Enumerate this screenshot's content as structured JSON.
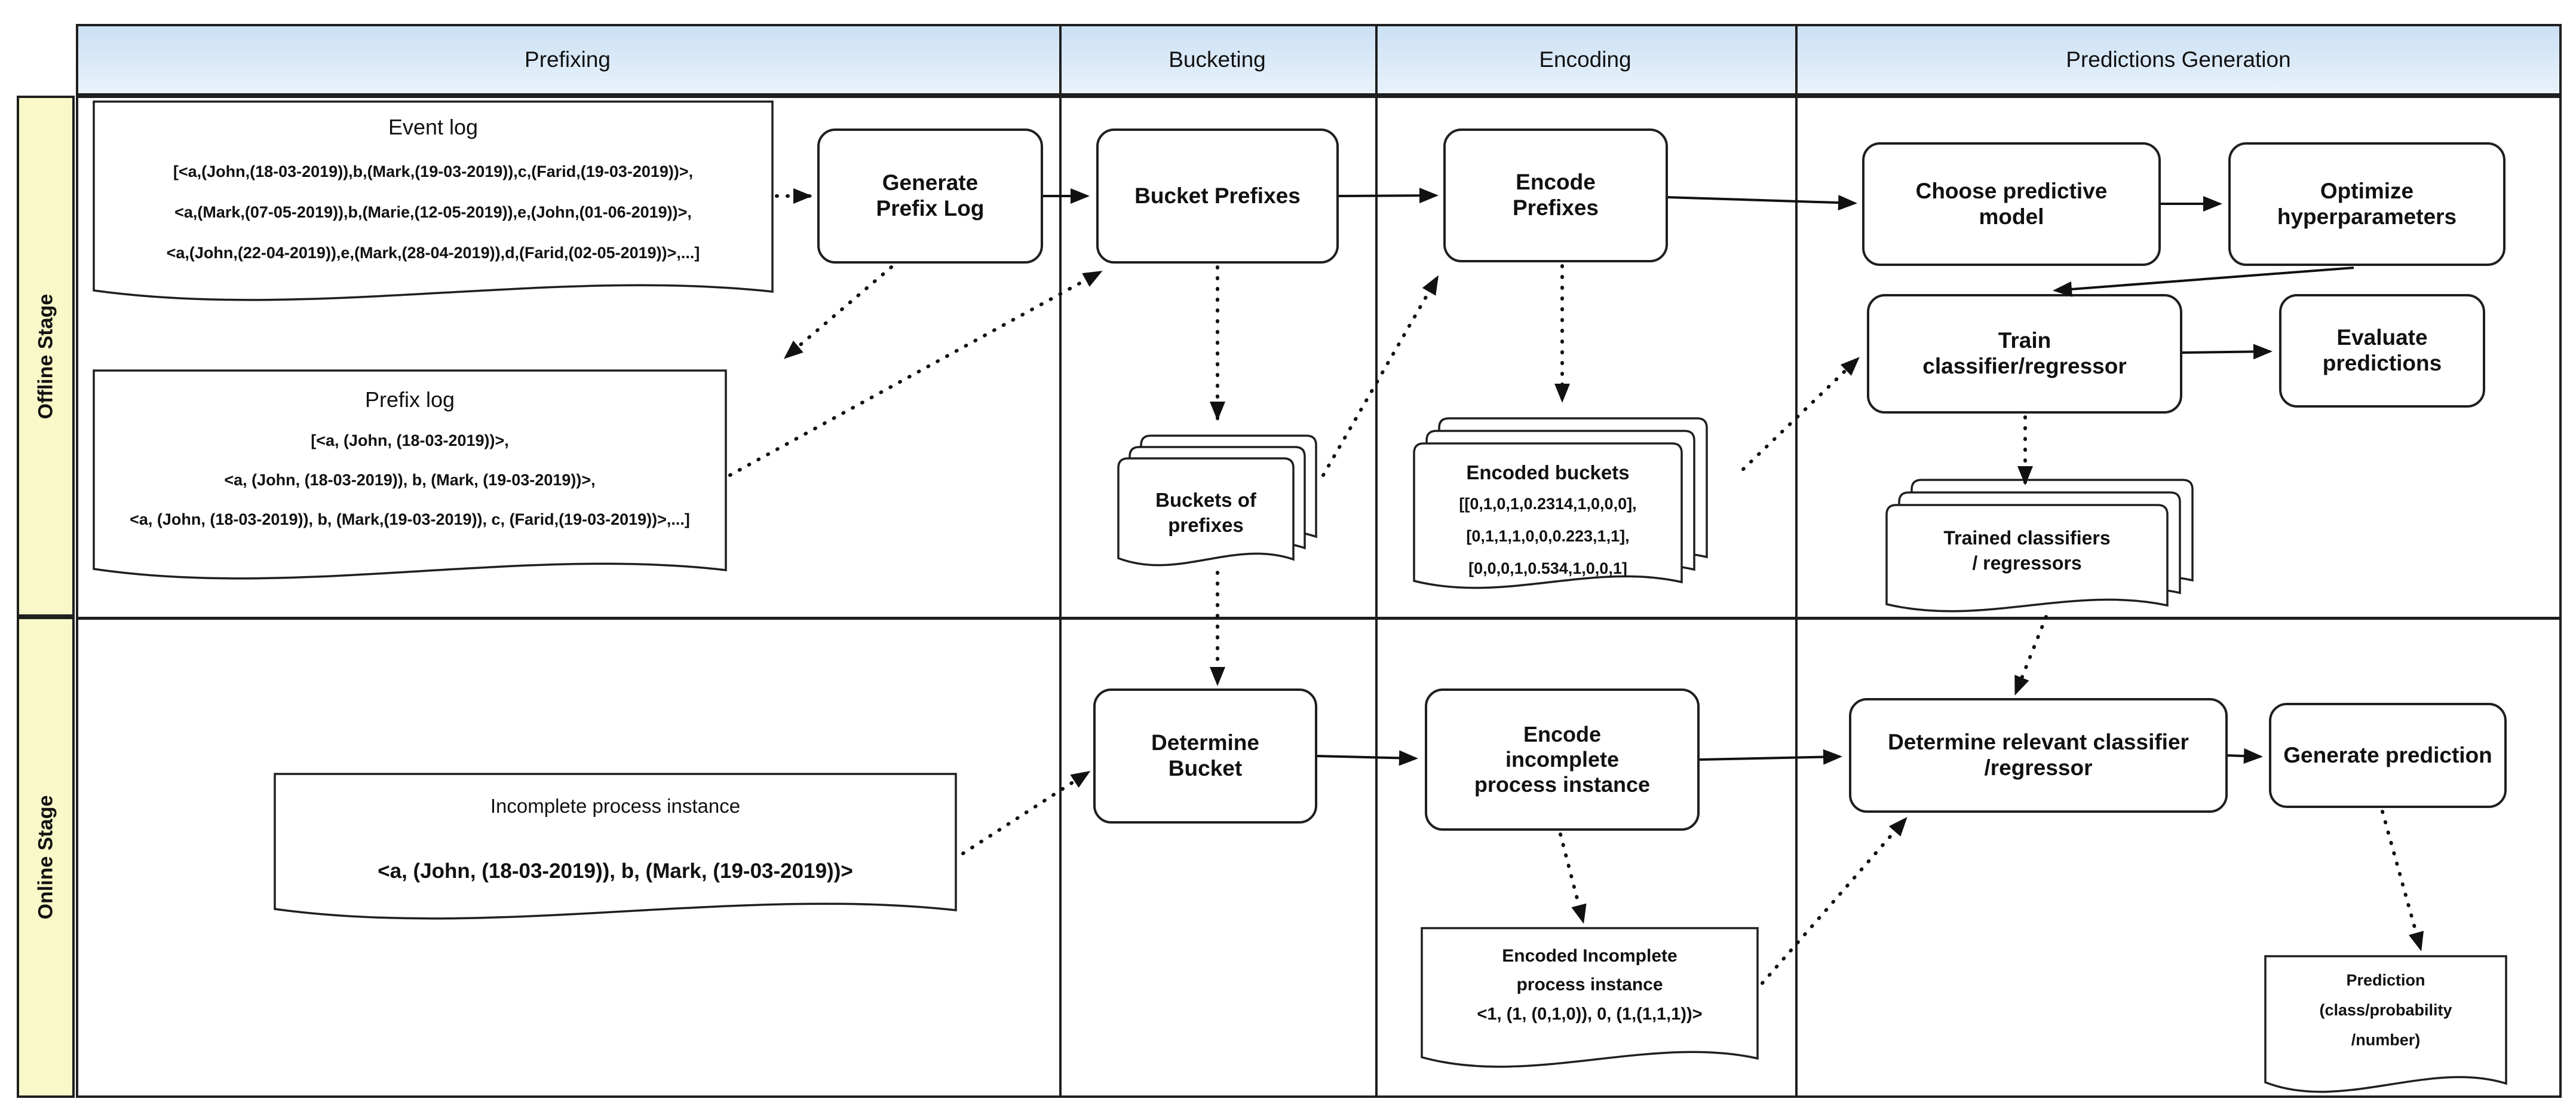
{
  "headers": {
    "prefixing": "Prefixing",
    "bucketing": "Bucketing",
    "encoding": "Encoding",
    "predictions": "Predictions Generation"
  },
  "stages": {
    "offline": "Offline Stage",
    "online": "Online Stage"
  },
  "boxes": {
    "generate_prefix_log": "Generate Prefix Log",
    "bucket_prefixes": "Bucket Prefixes",
    "encode_prefixes": "Encode Prefixes",
    "choose_model": "Choose predictive model",
    "optimize_hyperparameters": "Optimize hyperparameters",
    "train_classifier": "Train classifier/regressor",
    "evaluate_predictions": "Evaluate predictions",
    "determine_bucket": "Determine Bucket",
    "encode_incomplete": "Encode incomplete process instance",
    "determine_relevant": "Determine relevant classifier /regressor",
    "generate_prediction": "Generate prediction"
  },
  "docs": {
    "event_log": {
      "title": "Event log",
      "lines": [
        "[<a,(John,(18-03-2019)),b,(Mark,(19-03-2019)),c,(Farid,(19-03-2019))>,",
        "<a,(Mark,(07-05-2019)),b,(Marie,(12-05-2019)),e,(John,(01-06-2019))>,",
        "<a,(John,(22-04-2019)),e,(Mark,(28-04-2019)),d,(Farid,(02-05-2019))>,...]"
      ]
    },
    "prefix_log": {
      "title": "Prefix log",
      "lines": [
        "[<a, (John, (18-03-2019))>,",
        "<a, (John, (18-03-2019)), b, (Mark, (19-03-2019))>,",
        "<a, (John, (18-03-2019)), b, (Mark,(19-03-2019)), c, (Farid,(19-03-2019))>,...]"
      ]
    },
    "incomplete_instance": {
      "title": "Incomplete process instance",
      "line": "<a, (John, (18-03-2019)), b, (Mark, (19-03-2019))>"
    },
    "encoded_incomplete": {
      "title_1": "Encoded Incomplete",
      "title_2": "process instance",
      "line": "<1, (1, (0,1,0)), 0, (1,(1,1,1))>"
    },
    "prediction": {
      "line_1": "Prediction",
      "line_2": "(class/probability",
      "line_3": "/number)"
    }
  },
  "stacks": {
    "buckets_of_prefixes": {
      "line_1": "Buckets of",
      "line_2": "prefixes"
    },
    "encoded_buckets": {
      "title": "Encoded buckets",
      "lines": [
        "[[0,1,0,1,0.2314,1,0,0,0],",
        "[0,1,1,1,0,0,0.223,1,1],",
        "[0,0,0,1,0.534,1,0,0,1]"
      ]
    },
    "trained_models": {
      "line_1": "Trained classifiers",
      "line_2": "/ regressors"
    }
  },
  "colors": {
    "header_fill": "#cbe0f4",
    "stage_fill": "#f8f8c8",
    "border": "#1f1f1f"
  }
}
